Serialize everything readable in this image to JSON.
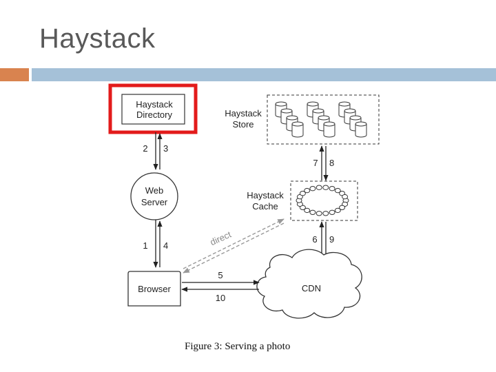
{
  "slide": {
    "title": "Haystack"
  },
  "diagram": {
    "directory": [
      "Haystack",
      "Directory"
    ],
    "store": [
      "Haystack",
      "Store"
    ],
    "web_server": [
      "Web",
      "Server"
    ],
    "cache": [
      "Haystack",
      "Cache"
    ],
    "browser": "Browser",
    "cdn": "CDN",
    "direct_label": "direct",
    "edges": {
      "dir_ws_down": "2",
      "dir_ws_up": "3",
      "ws_br_down": "1",
      "ws_br_up": "4",
      "store_cache_a": "7",
      "store_cache_b": "8",
      "cache_cdn_a": "6",
      "cache_cdn_b": "9",
      "br_cdn_top": "5",
      "br_cdn_bottom": "10"
    },
    "highlight_color": "#e31b1b"
  },
  "caption": "Figure 3: Serving a photo"
}
